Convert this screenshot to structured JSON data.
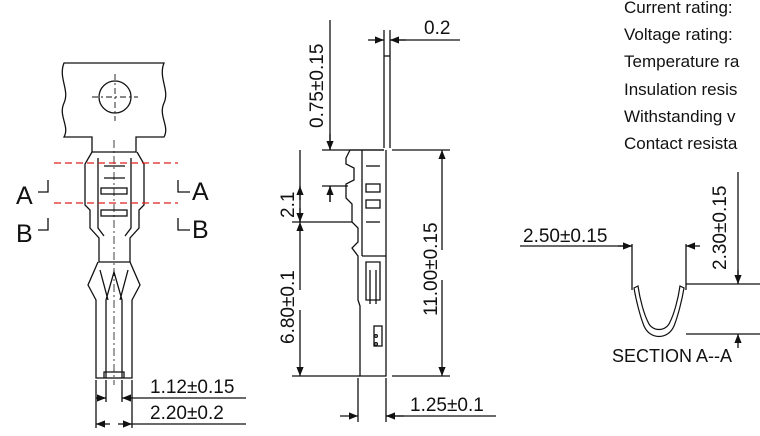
{
  "specs": {
    "current_rating": "Current rating:",
    "voltage_rating": "Voltage rating:",
    "temperature_range": "Temperature ra",
    "insulation_resistance": "Insulation resis",
    "withstanding_voltage": "Withstanding v",
    "contact_resistance": "Contact resista"
  },
  "front_view": {
    "label_a_left": "A",
    "label_a_right": "A",
    "label_b_left": "B",
    "label_b_right": "B",
    "dim_width_inner": "1.12±0.15",
    "dim_width_outer": "2.20±0.2"
  },
  "side_view": {
    "dim_thickness": "0.2",
    "dim_tab": "0.75±0.15",
    "dim_crimp": "2.1",
    "dim_contact": "6.80±0.1",
    "dim_total": "11.00±0.15",
    "dim_depth": "1.25±0.1"
  },
  "section_view": {
    "dim_width": "2.50±0.15",
    "dim_height": "2.30±0.15",
    "title": "SECTION A--A"
  },
  "colors": {
    "line": "#111111",
    "section_cut": "#e0201b"
  }
}
